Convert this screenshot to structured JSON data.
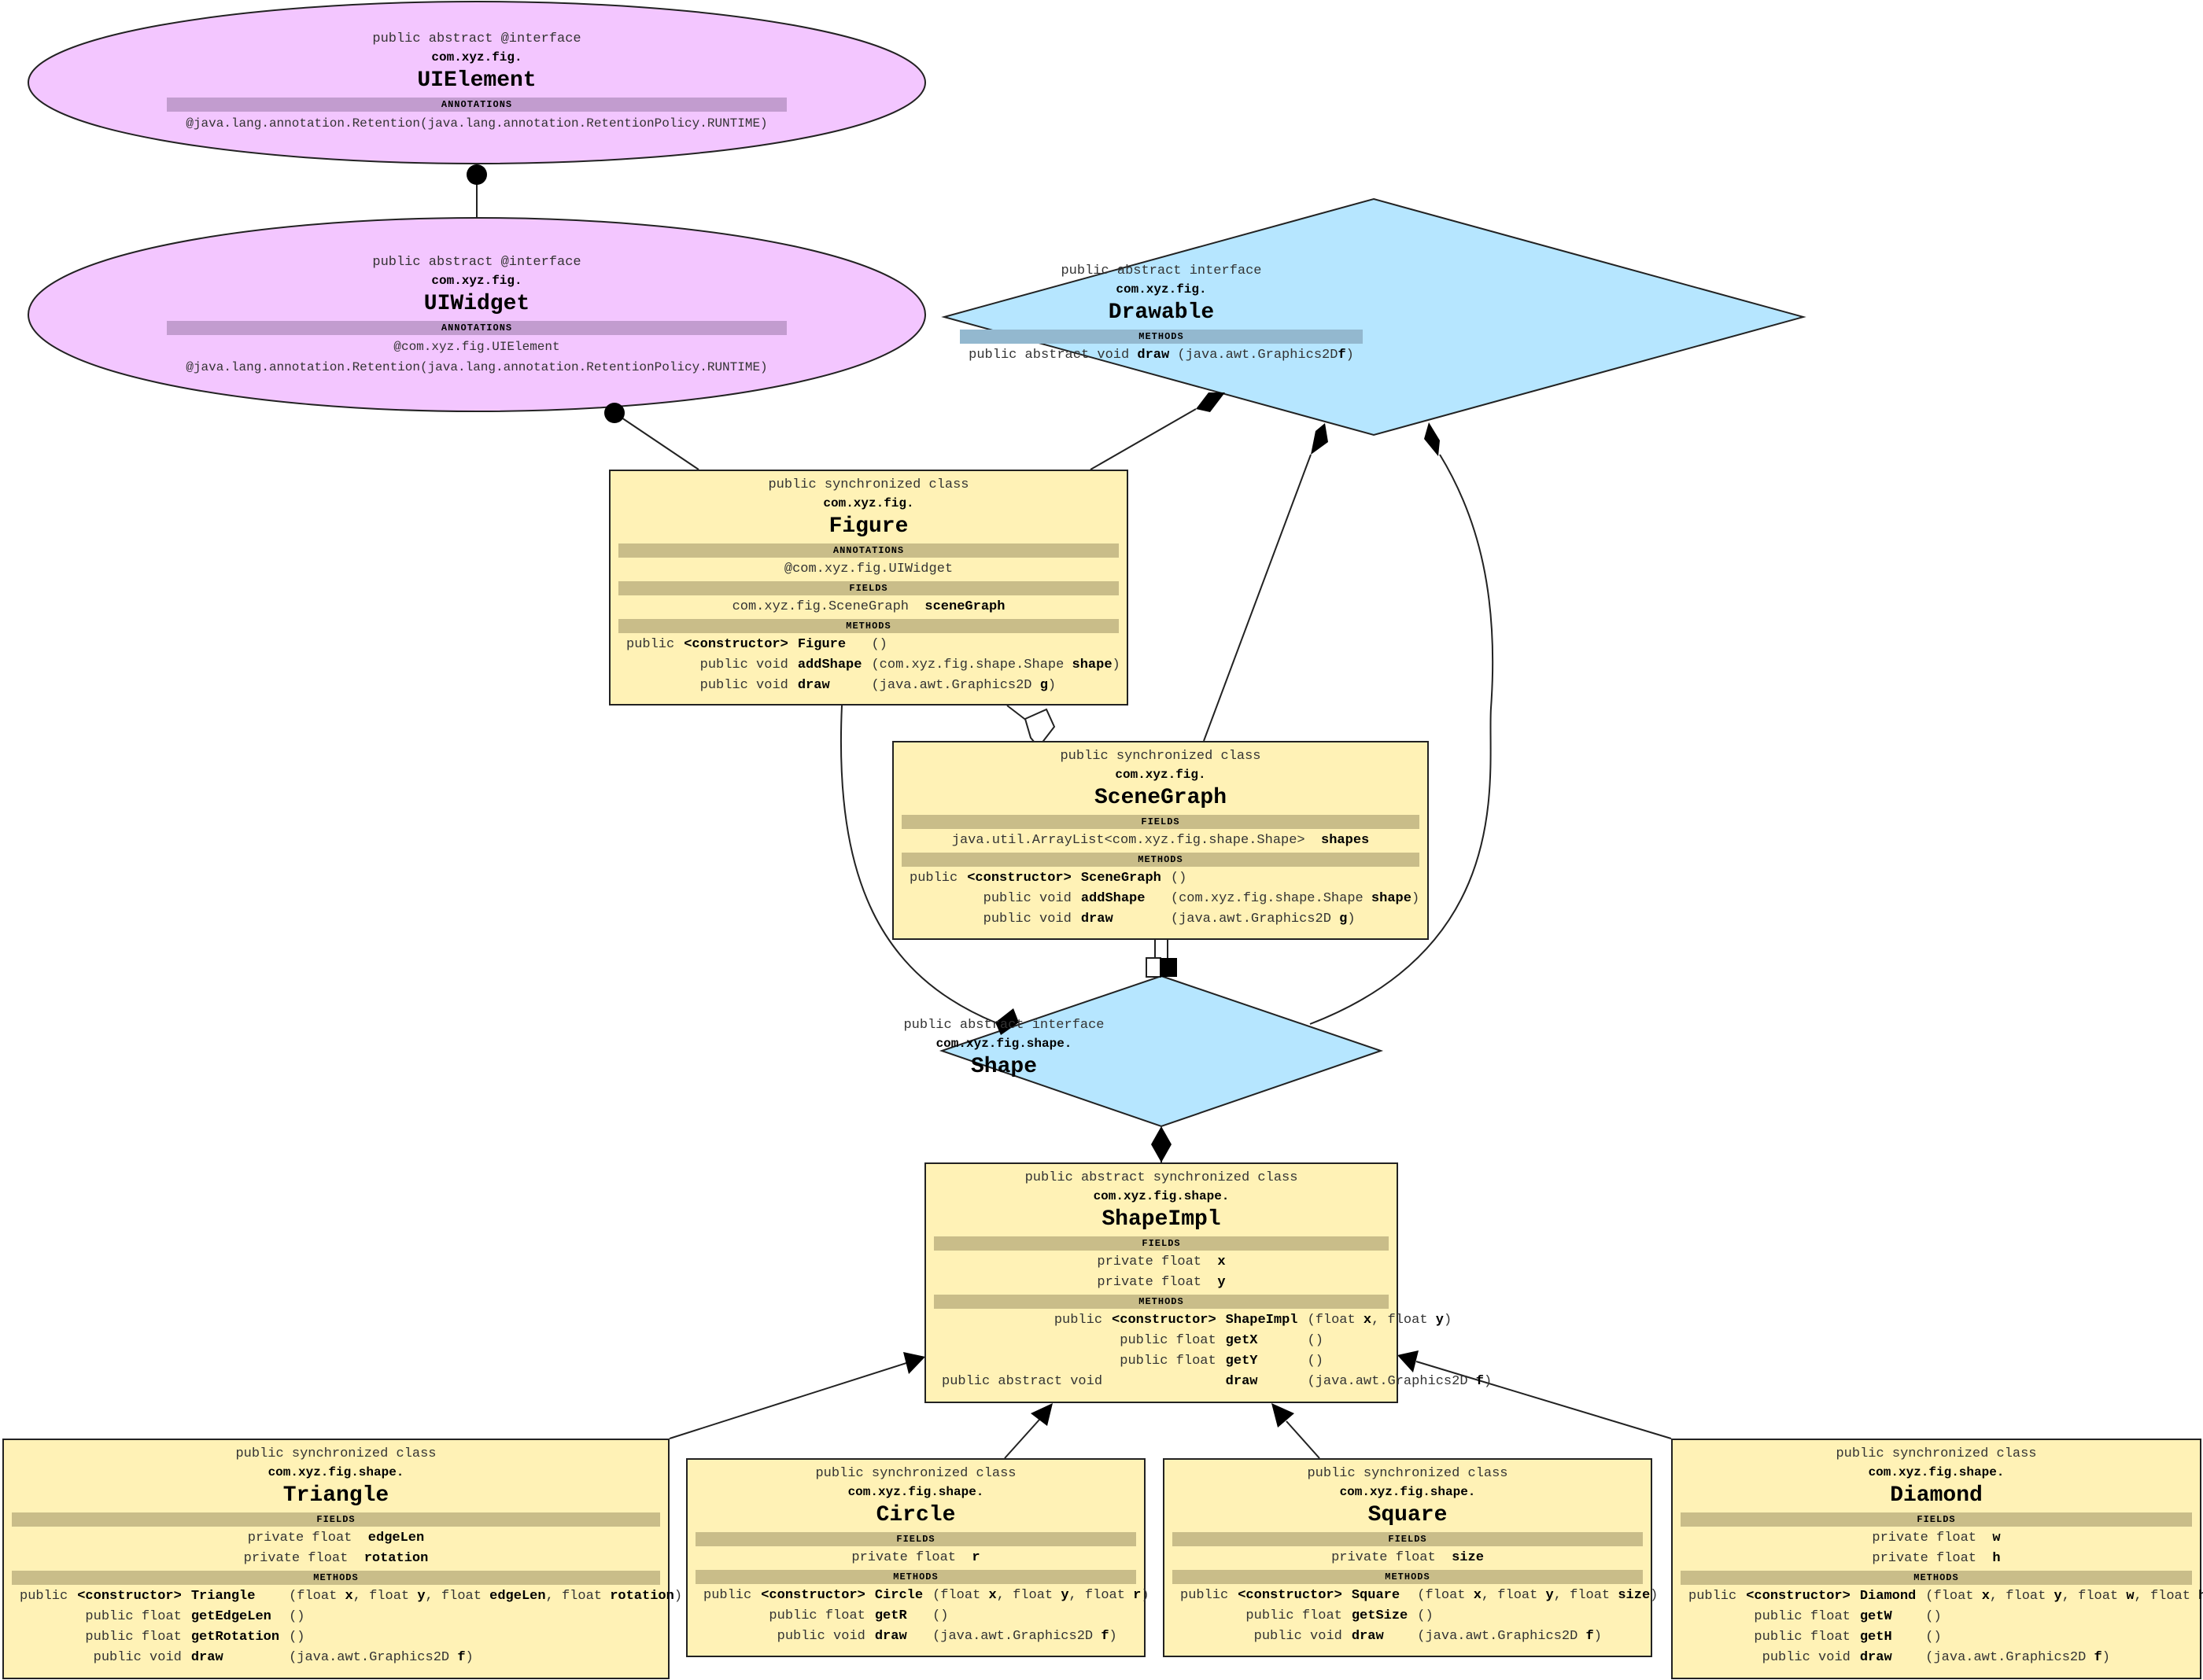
{
  "nodes": {
    "uielement": {
      "modifiers": "public abstract @interface",
      "package": "com.xyz.fig.",
      "name": "UIElement",
      "sections": [
        {
          "title": "ANNOTATIONS",
          "lines": [
            "@java.lang.annotation.Retention(java.lang.annotation.RetentionPolicy.RUNTIME)"
          ]
        }
      ]
    },
    "uiwidget": {
      "modifiers": "public abstract @interface",
      "package": "com.xyz.fig.",
      "name": "UIWidget",
      "sections": [
        {
          "title": "ANNOTATIONS",
          "lines": [
            "@com.xyz.fig.UIElement",
            "@java.lang.annotation.Retention(java.lang.annotation.RetentionPolicy.RUNTIME)"
          ]
        }
      ]
    },
    "drawable": {
      "modifiers": "public abstract interface",
      "package": "com.xyz.fig.",
      "name": "Drawable",
      "methods_title": "METHODS",
      "method_line": {
        "prefix": "public abstract void",
        "name": "draw",
        "args": "(java.awt.Graphics2D",
        "arg": "f",
        "close": ")"
      }
    },
    "figure": {
      "modifiers": "public synchronized class",
      "package": "com.xyz.fig.",
      "name": "Figure",
      "annotations_title": "ANNOTATIONS",
      "annotations": [
        "@com.xyz.fig.UIWidget"
      ],
      "fields_title": "FIELDS",
      "fields": [
        {
          "type": "com.xyz.fig.SceneGraph",
          "name": "sceneGraph"
        }
      ],
      "methods_title": "METHODS",
      "methods": [
        {
          "vis": "public",
          "type": "<constructor>",
          "name": "Figure",
          "args": "()"
        },
        {
          "vis": "",
          "type": "public void",
          "name": "addShape",
          "args": "(com.xyz.fig.shape.Shape shape)"
        },
        {
          "vis": "",
          "type": "public void",
          "name": "draw",
          "args": "(java.awt.Graphics2D g)"
        }
      ]
    },
    "scenegraph": {
      "modifiers": "public synchronized class",
      "package": "com.xyz.fig.",
      "name": "SceneGraph",
      "fields_title": "FIELDS",
      "fields": [
        {
          "type": "java.util.ArrayList<com.xyz.fig.shape.Shape>",
          "name": "shapes"
        }
      ],
      "methods_title": "METHODS",
      "methods": [
        {
          "vis": "public",
          "type": "<constructor>",
          "name": "SceneGraph",
          "args": "()"
        },
        {
          "vis": "",
          "type": "public void",
          "name": "addShape",
          "args": "(com.xyz.fig.shape.Shape shape)"
        },
        {
          "vis": "",
          "type": "public void",
          "name": "draw",
          "args": "(java.awt.Graphics2D g)"
        }
      ]
    },
    "shape": {
      "modifiers": "public abstract interface",
      "package": "com.xyz.fig.shape.",
      "name": "Shape"
    },
    "shapeimpl": {
      "modifiers": "public abstract synchronized class",
      "package": "com.xyz.fig.shape.",
      "name": "ShapeImpl",
      "fields_title": "FIELDS",
      "fields": [
        {
          "type": "private float",
          "name": "x"
        },
        {
          "type": "private float",
          "name": "y"
        }
      ],
      "methods_title": "METHODS",
      "methods": [
        {
          "vis": "public",
          "type": "<constructor>",
          "name": "ShapeImpl",
          "args": "(float x, float y)"
        },
        {
          "vis": "",
          "type": "public float",
          "name": "getX",
          "args": "()"
        },
        {
          "vis": "",
          "type": "public float",
          "name": "getY",
          "args": "()"
        },
        {
          "vis": "public abstract void",
          "type": "",
          "name": "draw",
          "args": "(java.awt.Graphics2D f)"
        }
      ]
    },
    "triangle": {
      "modifiers": "public synchronized class",
      "package": "com.xyz.fig.shape.",
      "name": "Triangle",
      "fields_title": "FIELDS",
      "fields": [
        {
          "type": "private float",
          "name": "edgeLen"
        },
        {
          "type": "private float",
          "name": "rotation"
        }
      ],
      "methods_title": "METHODS",
      "methods": [
        {
          "vis": "public",
          "type": "<constructor>",
          "name": "Triangle",
          "args": "(float x, float y, float edgeLen, float rotation)"
        },
        {
          "vis": "",
          "type": "public float",
          "name": "getEdgeLen",
          "args": "()"
        },
        {
          "vis": "",
          "type": "public float",
          "name": "getRotation",
          "args": "()"
        },
        {
          "vis": "",
          "type": "public void",
          "name": "draw",
          "args": "(java.awt.Graphics2D f)"
        }
      ]
    },
    "circle": {
      "modifiers": "public synchronized class",
      "package": "com.xyz.fig.shape.",
      "name": "Circle",
      "fields_title": "FIELDS",
      "fields": [
        {
          "type": "private float",
          "name": "r"
        }
      ],
      "methods_title": "METHODS",
      "methods": [
        {
          "vis": "public",
          "type": "<constructor>",
          "name": "Circle",
          "args": "(float x, float y, float r)"
        },
        {
          "vis": "",
          "type": "public float",
          "name": "getR",
          "args": "()"
        },
        {
          "vis": "",
          "type": "public void",
          "name": "draw",
          "args": "(java.awt.Graphics2D f)"
        }
      ]
    },
    "square": {
      "modifiers": "public synchronized class",
      "package": "com.xyz.fig.shape.",
      "name": "Square",
      "fields_title": "FIELDS",
      "fields": [
        {
          "type": "private float",
          "name": "size"
        }
      ],
      "methods_title": "METHODS",
      "methods": [
        {
          "vis": "public",
          "type": "<constructor>",
          "name": "Square",
          "args": "(float x, float y, float size)"
        },
        {
          "vis": "",
          "type": "public float",
          "name": "getSize",
          "args": "()"
        },
        {
          "vis": "",
          "type": "public void",
          "name": "draw",
          "args": "(java.awt.Graphics2D f)"
        }
      ]
    },
    "diamond": {
      "modifiers": "public synchronized class",
      "package": "com.xyz.fig.shape.",
      "name": "Diamond",
      "fields_title": "FIELDS",
      "fields": [
        {
          "type": "private float",
          "name": "w"
        },
        {
          "type": "private float",
          "name": "h"
        }
      ],
      "methods_title": "METHODS",
      "methods": [
        {
          "vis": "public",
          "type": "<constructor>",
          "name": "Diamond",
          "args": "(float x, float y, float w, float h)"
        },
        {
          "vis": "",
          "type": "public float",
          "name": "getW",
          "args": "()"
        },
        {
          "vis": "",
          "type": "public float",
          "name": "getH",
          "args": "()"
        },
        {
          "vis": "",
          "type": "public void",
          "name": "draw",
          "args": "(java.awt.Graphics2D f)"
        }
      ]
    }
  },
  "colors": {
    "class_fill": "#fff2b6",
    "annotation_fill": "#f3c6ff",
    "interface_fill": "#b6e6ff",
    "edge": "#222222"
  }
}
